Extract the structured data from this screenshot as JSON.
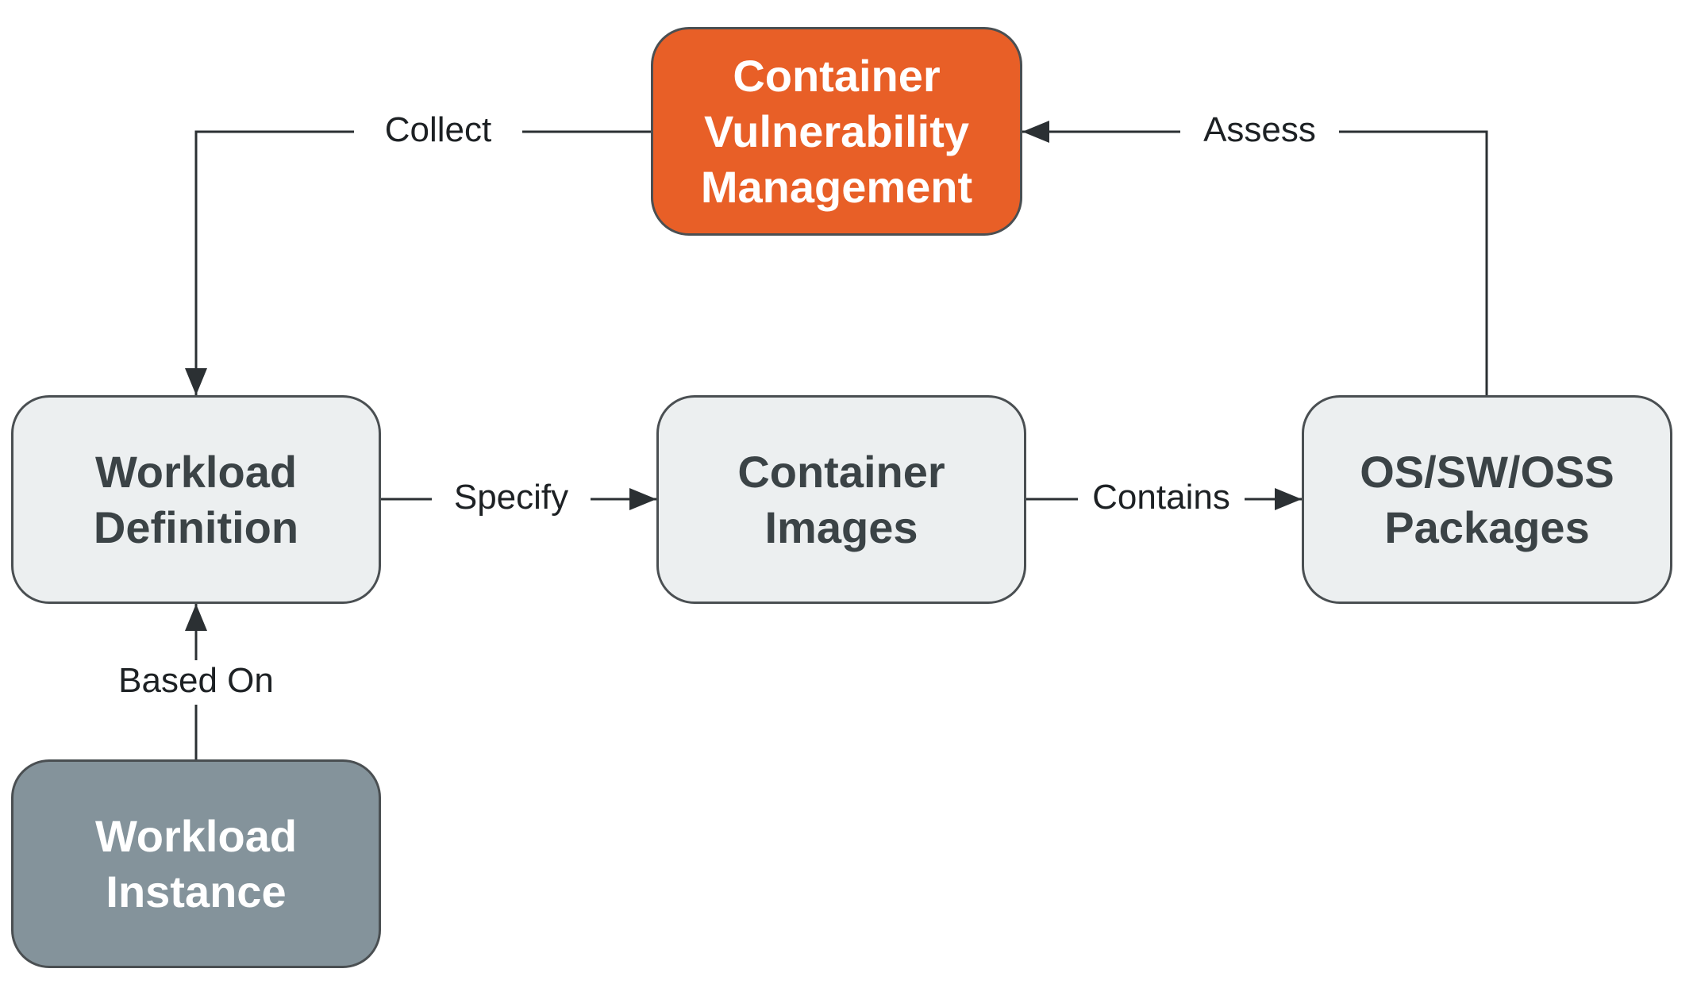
{
  "colors": {
    "node_light": "#eceff0",
    "node_orange": "#e85f27",
    "node_gray": "#84939b",
    "border": "#4a4f52",
    "connector": "#2b3033"
  },
  "nodes": {
    "vulnerability_management": "Container\nVulnerability\nManagement",
    "workload_definition": "Workload\nDefinition",
    "container_images": "Container\nImages",
    "packages": "OS/SW/OSS\nPackages",
    "workload_instance": "Workload\nInstance"
  },
  "edges": {
    "collect": "Collect",
    "assess": "Assess",
    "specify": "Specify",
    "contains": "Contains",
    "based_on": "Based On"
  }
}
